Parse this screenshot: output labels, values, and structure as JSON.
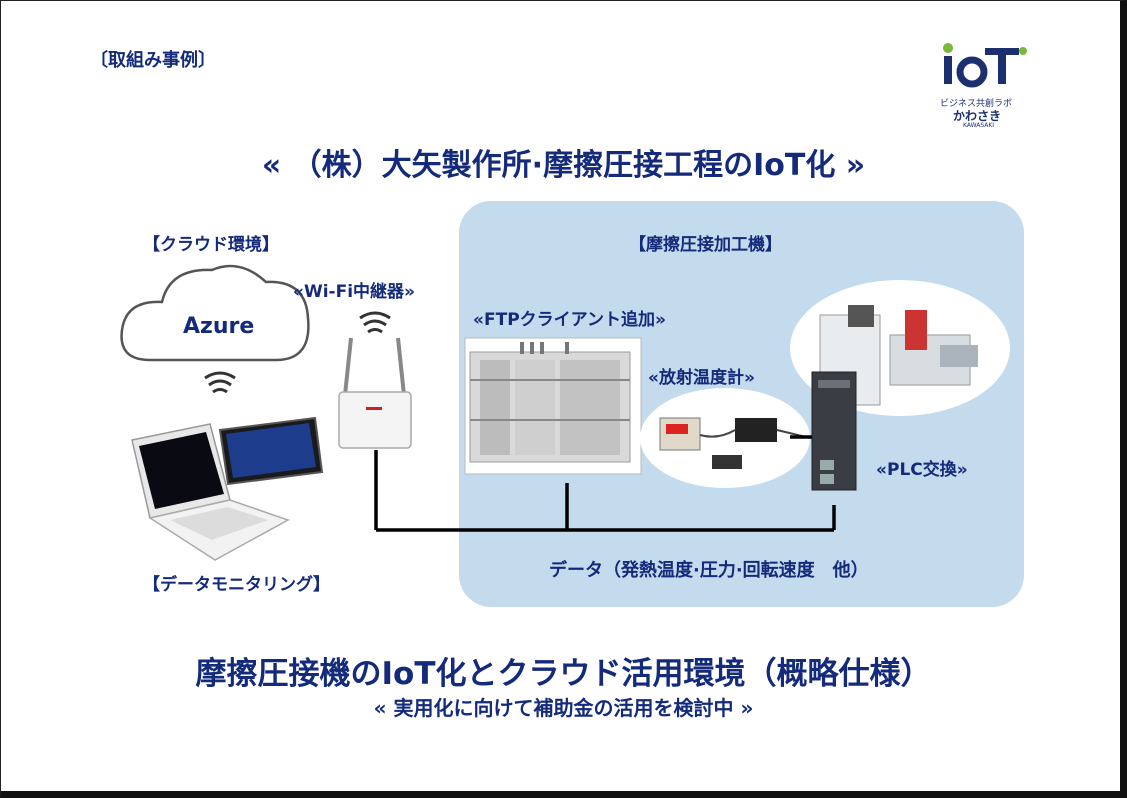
{
  "header_tag": "〔取組み事例〕",
  "main_title": "« （株）大矢製作所·摩擦圧接工程のIoT化 »",
  "logo": {
    "mark": "IoT",
    "line1": "ビジネス共創ラボ",
    "line2": "かわさき",
    "line3": "KAWASAKI",
    "accent": "#7ab83a",
    "navy": "#1c2f6e"
  },
  "cloud_section_label": "【クラウド環境】",
  "cloud_label": "Azure",
  "wifi_label": "«Wi-Fi中継器»",
  "machine_section_label": "【摩擦圧接加工機】",
  "ftp_label": "«FTPクライアント追加»",
  "thermometer_label": "«放射温度計»",
  "plc_label": "«PLC交換»",
  "monitoring_label": "【データモニタリング】",
  "data_label": "データ（発熱温度·圧力·回転速度　他）",
  "subtitle": "摩擦圧接機のIoT化とクラウド活用環境（概略仕様）",
  "subsubtitle": "« 実用化に向けて補助金の活用を検討中 »",
  "colors": {
    "navy": "#142a7a",
    "panel": "#c4daed"
  }
}
